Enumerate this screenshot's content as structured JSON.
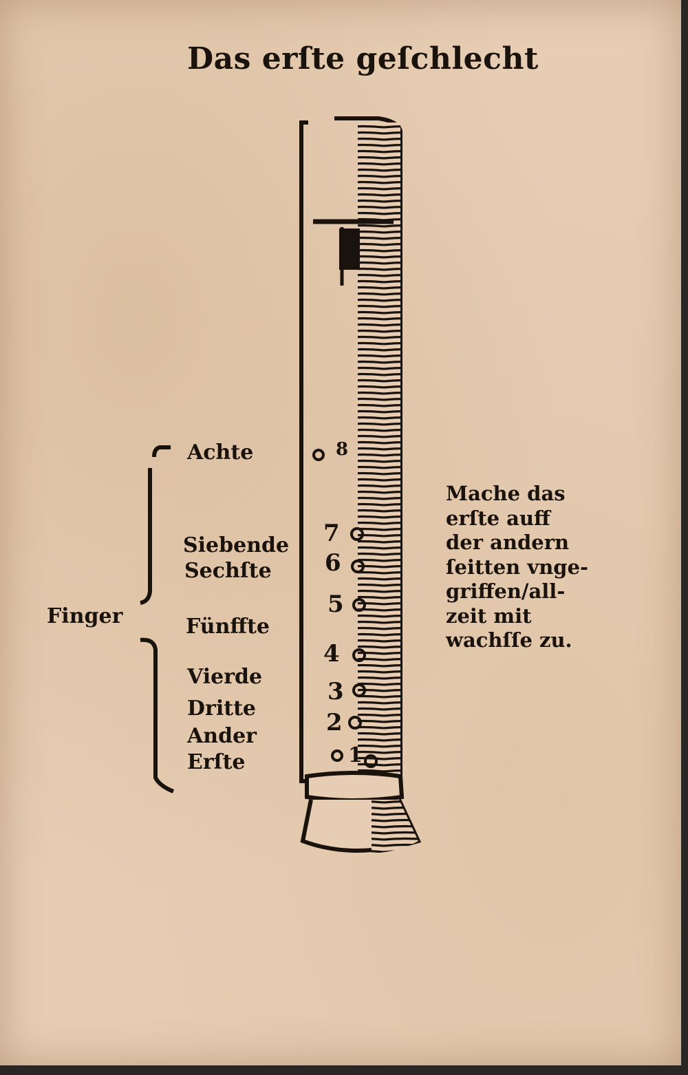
{
  "title": "Das erſte geſchlecht",
  "finger_label": "Finger",
  "hole_labels": [
    {
      "name": "Achte",
      "number": "8"
    },
    {
      "name": "Siebende",
      "number": "7"
    },
    {
      "name": "Sechſte",
      "number": "6"
    },
    {
      "name": "Fünffte",
      "number": "5"
    },
    {
      "name": "Vierde",
      "number": "4"
    },
    {
      "name": "Dritte",
      "number": "3"
    },
    {
      "name": "Ander",
      "number": "2"
    },
    {
      "name": "Erſte",
      "number": "1"
    }
  ],
  "instruction_lines": [
    "Mache das",
    "erſte auff",
    "der andern",
    "ſeitten vnge-",
    "griffen/all-",
    "zeit mit",
    "wachſſe zu."
  ],
  "colors": {
    "ink": "#1a120c",
    "paper": "#e6cdb3"
  }
}
